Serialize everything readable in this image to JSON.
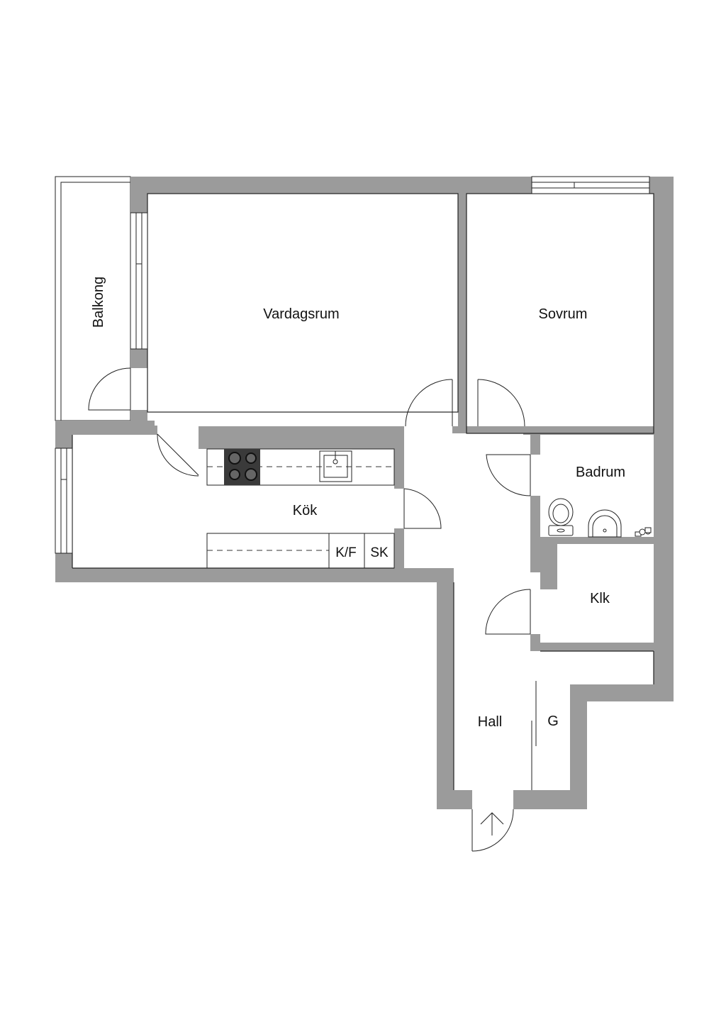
{
  "rooms": {
    "balkong": "Balkong",
    "vardagsrum": "Vardagsrum",
    "sovrum": "Sovrum",
    "badrum": "Badrum",
    "kok": "Kök",
    "klk": "Klk",
    "hall": "Hall",
    "garderob": "G"
  },
  "fixtures": {
    "kyl_frys": "K/F",
    "skap": "SK"
  },
  "colors": {
    "wall": "#9b9b9b",
    "line": "#222222",
    "stove": "#3a3a3a"
  }
}
